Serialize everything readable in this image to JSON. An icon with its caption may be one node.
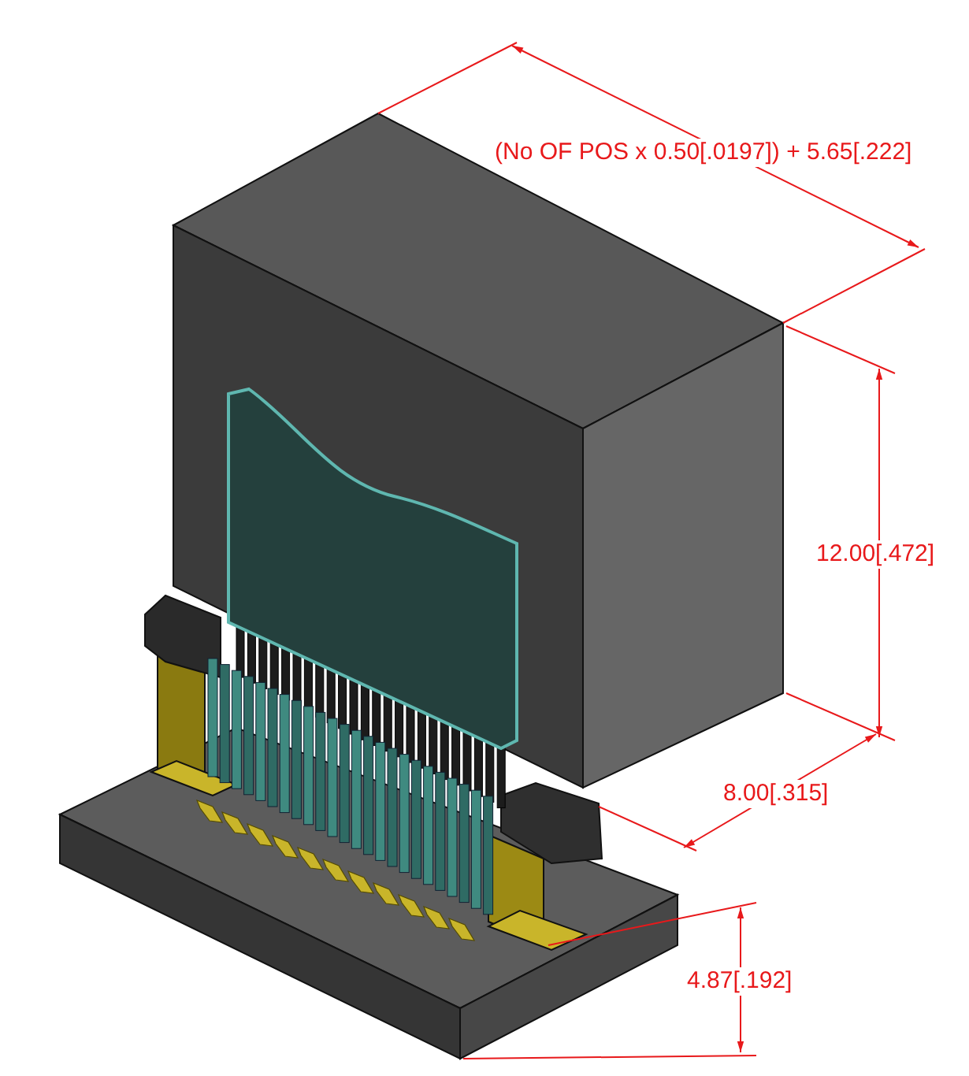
{
  "diagram": {
    "labels": [
      "(No OF POS x 0.50[.0197]) + 5.65[.222]",
      "12.00[.472]",
      "8.00[.315]",
      "4.87[.192]"
    ]
  }
}
